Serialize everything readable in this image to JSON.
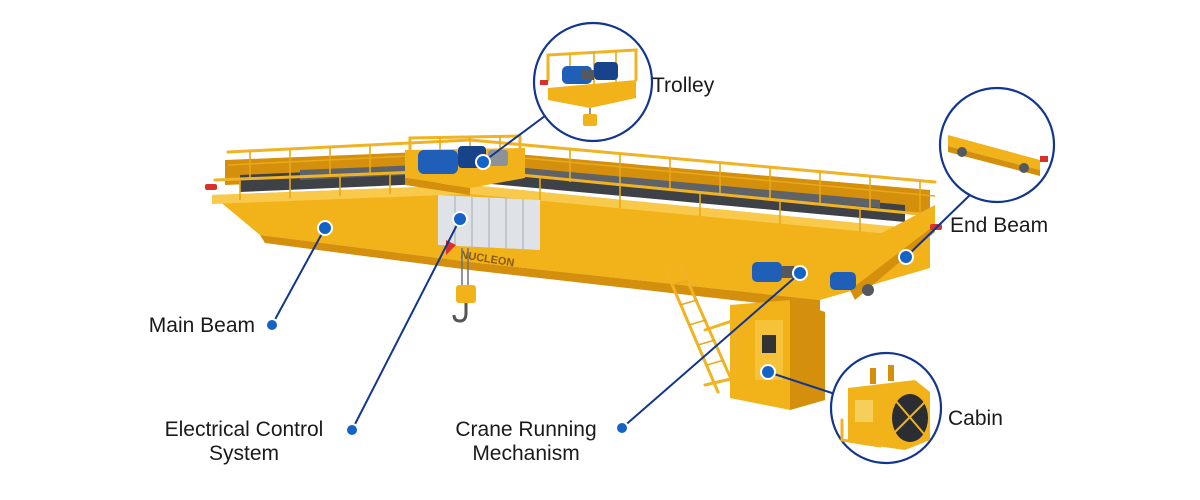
{
  "labels": {
    "trolley": "Trolley",
    "end_beam": "End Beam",
    "main_beam": "Main Beam",
    "electrical_line1": "Electrical Control",
    "electrical_line2": "System",
    "running_line1": "Crane Running",
    "running_line2": "Mechanism",
    "cabin": "Cabin"
  },
  "brand": "NUCLEON",
  "colors": {
    "structure": "#f2b21a",
    "leader": "#12358f",
    "marker": "#1464c8",
    "motor": "#1f5fb8",
    "buffer": "#d8332a"
  }
}
